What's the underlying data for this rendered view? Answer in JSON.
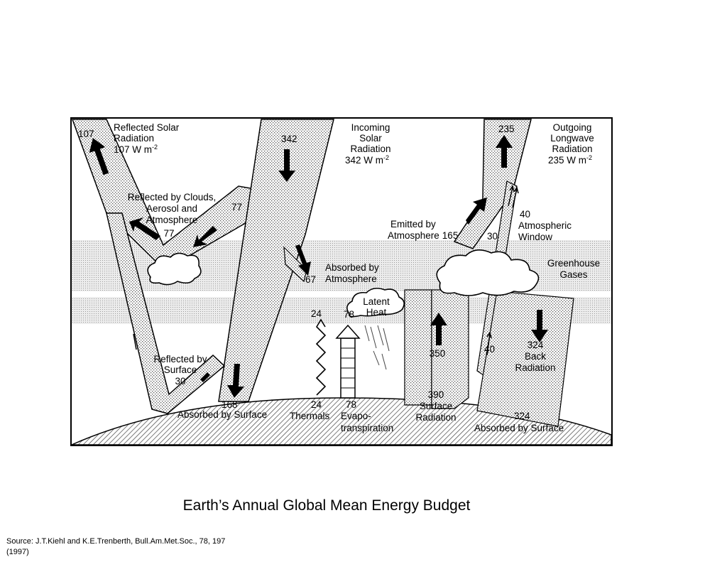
{
  "diagram": {
    "reflected_solar": {
      "value": "107",
      "title_line1": "Reflected Solar",
      "title_line2": "Radiation",
      "title_line3": "107 W m",
      "unit_exp": "-2"
    },
    "incoming_solar": {
      "value": "342",
      "title_line1": "Incoming",
      "title_line2": "Solar",
      "title_line3": "Radiation",
      "title_line4": "342 W m",
      "unit_exp": "-2"
    },
    "outgoing_longwave": {
      "value": "235",
      "title_line1": "Outgoing",
      "title_line2": "Longwave",
      "title_line3": "Radiation",
      "title_line4": "235 W m",
      "unit_exp": "-2"
    },
    "reflected_clouds": {
      "line1": "Reflected by Clouds,",
      "line2": "Aerosol and",
      "line3": "Atmosphere",
      "value": "77",
      "value_right": "77"
    },
    "absorbed_atmosphere": {
      "value": "67",
      "line1": "Absorbed by",
      "line2": "Atmosphere"
    },
    "emitted_atmosphere": {
      "line1": "Emitted by",
      "line2": "Atmosphere",
      "value": "165",
      "value_30": "30"
    },
    "atmospheric_window": {
      "value": "40",
      "line1": "Atmospheric",
      "line2": "Window",
      "value_lower": "40"
    },
    "greenhouse": {
      "line1": "Greenhouse",
      "line2": "Gases"
    },
    "latent_heat": {
      "line1": "Latent",
      "line2": "Heat",
      "value": "78"
    },
    "thermals": {
      "value_top": "24",
      "value_bottom": "24",
      "label": "Thermals"
    },
    "evapotranspiration": {
      "value": "78",
      "line1": "Evapo-",
      "line2": "transpiration"
    },
    "surface_radiation": {
      "arrow_value": "350",
      "value": "390",
      "line1": "Surface",
      "line2": "Radiation"
    },
    "back_radiation": {
      "value": "324",
      "line1": "Back",
      "line2": "Radiation"
    },
    "reflected_surface": {
      "line1": "Reflected by",
      "line2": "Surface",
      "value": "30"
    },
    "absorbed_surface_solar": {
      "value": "168",
      "label": "Absorbed by Surface"
    },
    "absorbed_surface_back": {
      "value": "324",
      "label": "Absorbed by Surface"
    }
  },
  "caption": "Earth’s Annual Global Mean Energy Budget",
  "source": "Source: J.T.Kiehl and K.E.Trenberth, Bull.Am.Met.Soc., 78, 197 (1997)"
}
